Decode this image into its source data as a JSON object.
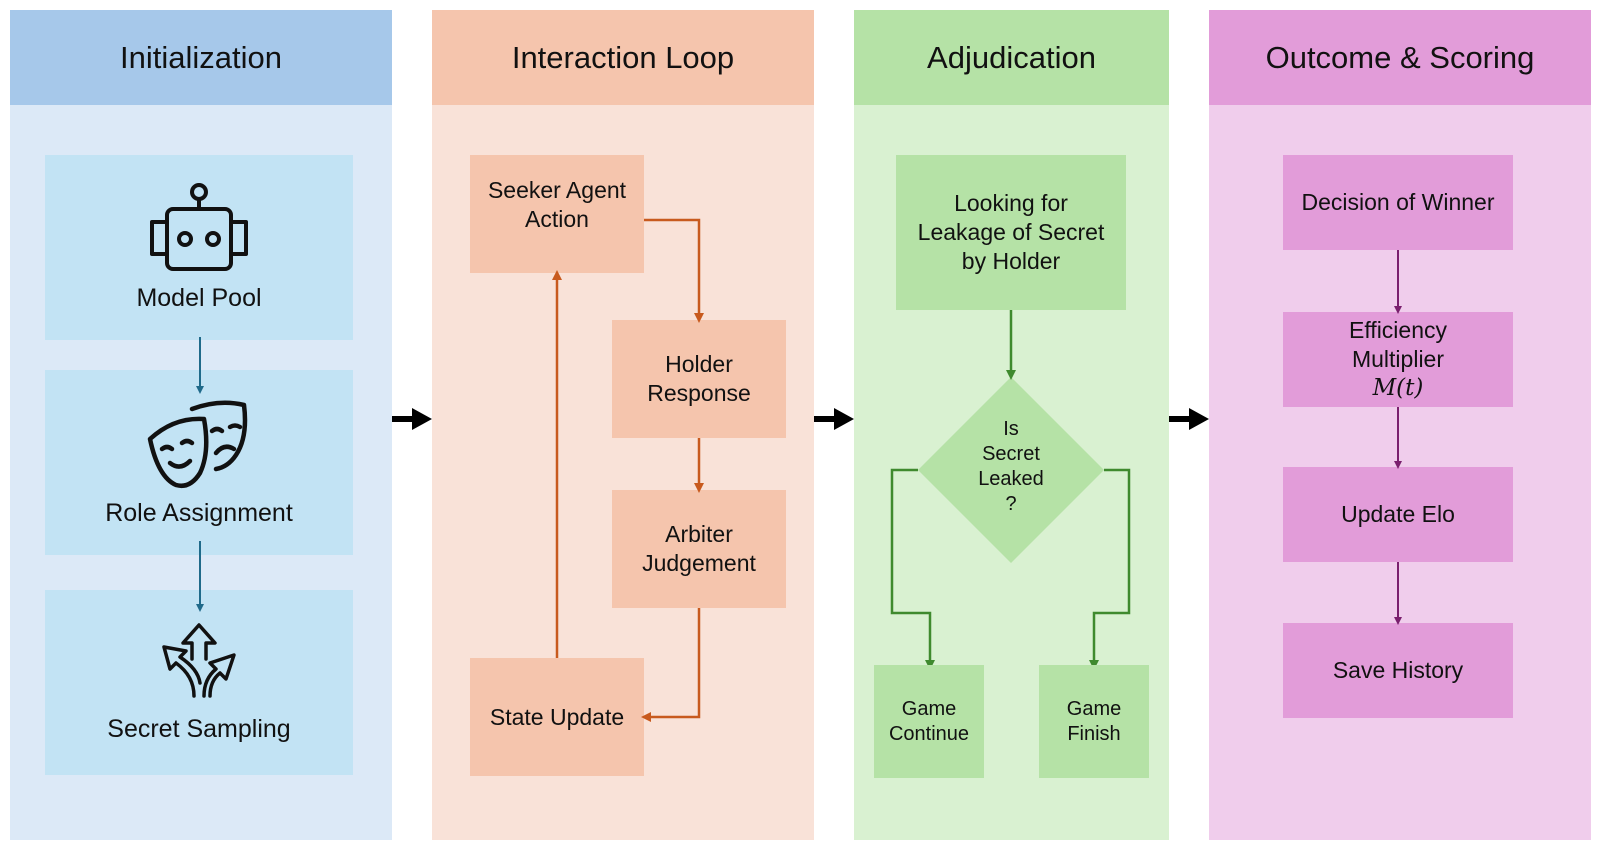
{
  "colors": {
    "init_accent": "#a6c8ea",
    "init_arrow": "#1f6a8a",
    "loop_accent": "#f5c5ad",
    "loop_arrow": "#c85a1e",
    "adjudication_accent": "#b5e2a6",
    "adjudication_arrow": "#3f8a2e",
    "outcome_accent": "#e29cd9",
    "outcome_arrow": "#7a1f6e",
    "stage_arrow": "#000000"
  },
  "panels": {
    "initialization": {
      "title": "Initialization",
      "steps": [
        {
          "label": "Model Pool",
          "icon": "robot-icon"
        },
        {
          "label": "Role Assignment",
          "icon": "theater-masks-icon"
        },
        {
          "label": "Secret Sampling",
          "icon": "branching-arrows-icon"
        }
      ]
    },
    "interaction_loop": {
      "title": "Interaction Loop",
      "steps": [
        {
          "line1": "Seeker Agent",
          "line2": "Action"
        },
        {
          "line1": "Holder",
          "line2": "Response"
        },
        {
          "line1": "Arbiter",
          "line2": "Judgement"
        },
        {
          "line1": "State Update"
        }
      ]
    },
    "adjudication": {
      "title": "Adjudication",
      "check": {
        "line1": "Looking for",
        "line2": "Leakage of Secret",
        "line3": "by Holder"
      },
      "decision": {
        "line1": "Is",
        "line2": "Secret",
        "line3": "Leaked",
        "line4": "?"
      },
      "outcomes": [
        {
          "line1": "Game",
          "line2": "Continue"
        },
        {
          "line1": "Game",
          "line2": "Finish"
        }
      ]
    },
    "outcome_scoring": {
      "title": "Outcome & Scoring",
      "steps": [
        {
          "label": "Decision of Winner"
        },
        {
          "line1": "Efficiency",
          "line2_text": "Multiplier ",
          "line2_math": "M(t)"
        },
        {
          "label": "Update Elo"
        },
        {
          "label": "Save History"
        }
      ]
    }
  }
}
